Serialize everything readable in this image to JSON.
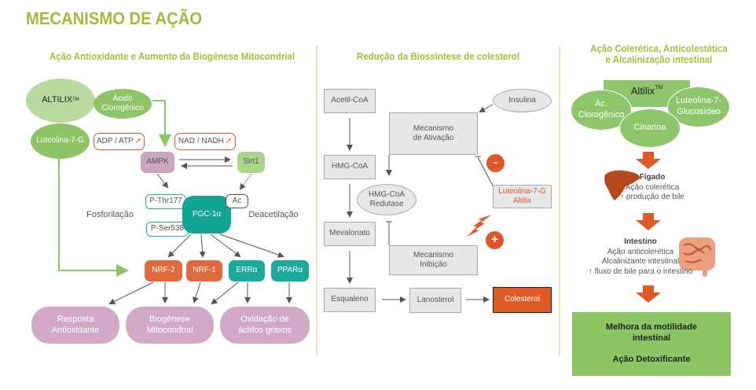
{
  "title": "MECANISMO DE AÇÃO",
  "colors": {
    "title_green": "#a9b83a",
    "orange": "#e0562a",
    "teal": "#10a594",
    "purple": "#c9a5c0",
    "green": "#8cc466",
    "light_green": "#b5d99c"
  },
  "left": {
    "header": "Ação Antioxidante e Aumento da Biogênese Mitocondrial",
    "altilix": "ALTILIX",
    "tm": "TM",
    "acido": [
      "Ácido",
      "Clorogênico"
    ],
    "luteolina": "Luteolina-7-G",
    "adp": "ADP / ATP",
    "nad": "NAD / NADH",
    "ampk": "AMPK",
    "sirt1": "Sirt1",
    "pthr": "P-Thr177",
    "pser": "P-Ser538",
    "pgc": "PGC-1α",
    "ac": "Ac",
    "fosforilacao": "Fosforilação",
    "deacetilacao": "Deacetilação",
    "targets": [
      "NRF-2",
      "NRF-1",
      "ERRα",
      "PPARα"
    ],
    "outcomes": [
      [
        "Resposta",
        "Antioxidante"
      ],
      [
        "Biogênese",
        "Mitocondrial"
      ],
      [
        "Oxidação de",
        "ácidos graxos"
      ]
    ]
  },
  "middle": {
    "header": "Redução da Biossíntese de colesterol",
    "chain": [
      "Acetil-CoA",
      "HMG-CoA",
      "Mevalonato",
      "Esqualeno"
    ],
    "lanosterol": "Lanosterol",
    "colesterol": "Colesterol",
    "insulina": "Insulina",
    "ativacao": [
      "Mecanismo",
      "de Ativação"
    ],
    "redutase": [
      "HMG-CoA",
      "Redutase"
    ],
    "inibicao": [
      "Mecanismo",
      "Inibição"
    ],
    "agents": [
      "Luteolina-7-G",
      "Altilix"
    ],
    "minus": "-",
    "plus": "+"
  },
  "right": {
    "header": [
      "Ação Colerética, Anticolestática",
      "e Alcalinização intestinal"
    ],
    "altilix": "Altilix",
    "tm": "TM",
    "ac_cloro": [
      "Ác.",
      "Clorogênico"
    ],
    "luteolina": [
      "Luteolina-7-",
      "Glucosídeo"
    ],
    "cinarina": "Cinarina",
    "figado": {
      "title": "Fígado",
      "lines": [
        "Ação colerética",
        "↑ produção de bile"
      ]
    },
    "intestino": {
      "title": "Intestino",
      "lines": [
        "Ação anticolerética",
        "Alcalinizante intestinal",
        "↑ fluxo de bile para o intestino"
      ]
    },
    "result": [
      "Melhora da motilidade",
      "intestinal",
      "Ação Detoxificante"
    ]
  }
}
